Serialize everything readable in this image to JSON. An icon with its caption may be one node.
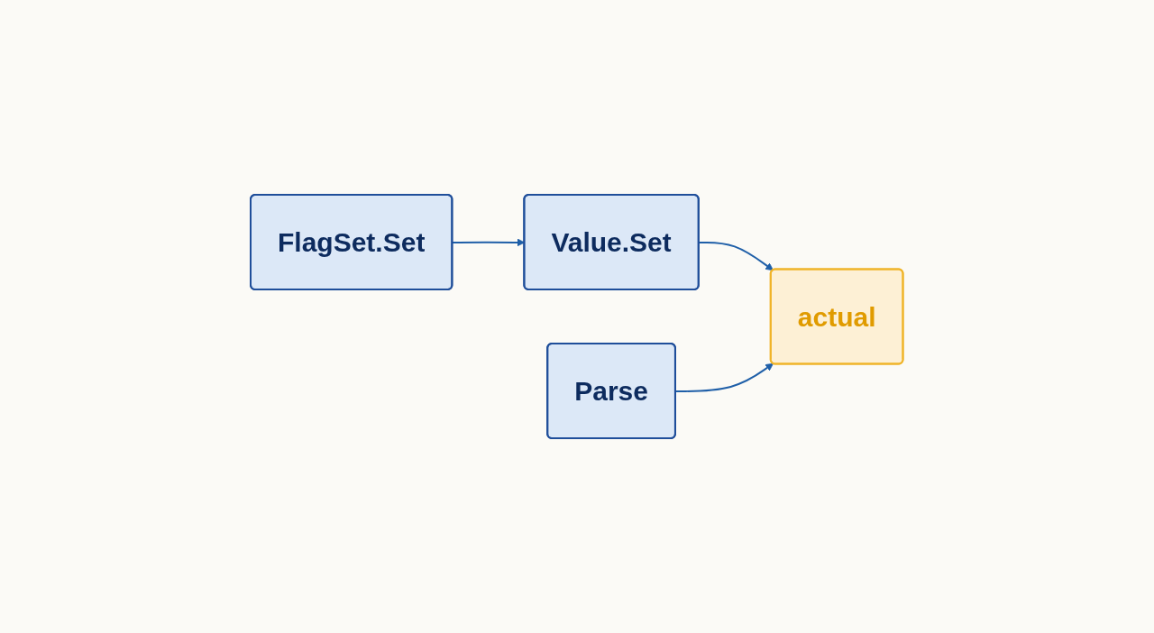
{
  "diagram": {
    "nodes": [
      {
        "text": [
          "FlagSet.Set"
        ]
      },
      {
        "text": [
          "Value.Set"
        ]
      },
      {
        "text": [
          "actual"
        ]
      },
      {
        "text": [
          "Parse"
        ]
      }
    ],
    "edges": [
      {
        "from": 0,
        "to": 1,
        "arrow": "to"
      },
      {
        "from": 1,
        "to": 2,
        "arrow": "to"
      },
      {
        "from": 3,
        "to": 2,
        "arrow": "to"
      }
    ]
  }
}
